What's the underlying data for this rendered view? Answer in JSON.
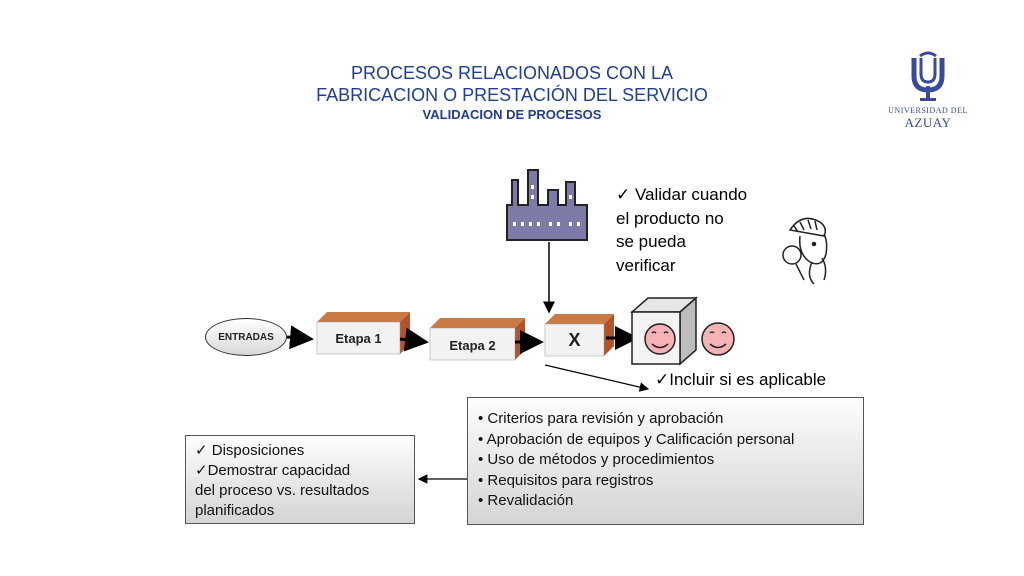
{
  "header": {
    "title_line1": "PROCESOS RELACIONADOS CON LA",
    "title_line2": "FABRICACION O PRESTACIÓN DEL SERVICIO",
    "subtitle": "VALIDACION DE PROCESOS"
  },
  "logo": {
    "line1": "UNIVERSIDAD DEL",
    "line2": "AZUAY",
    "color": "#3a4a9a"
  },
  "notes": {
    "validate": [
      "✓ Validar cuando",
      "el producto no",
      "se pueda",
      "verificar"
    ],
    "incluir": "✓Incluir si es aplicable"
  },
  "flow": {
    "input": "ENTRADAS",
    "stages": [
      "Etapa 1",
      "Etapa 2",
      "X"
    ]
  },
  "box_left": {
    "lines": [
      "✓ Disposiciones",
      "✓Demostrar capacidad",
      "del proceso vs. resultados",
      "planificados"
    ]
  },
  "box_right": {
    "items": [
      "• Criterios para revisión y aprobación",
      "• Aprobación de equipos y Calificación personal",
      "• Uso de métodos y procedimientos",
      "• Requisitos para registros",
      "• Revalidación"
    ]
  },
  "colors": {
    "title": "#1f3d99",
    "factory": "#7e7aa8",
    "stage_top": "#c97a45",
    "stage_side": "#b3532a",
    "face": "#f6b3b5"
  },
  "icons": [
    "factory-icon",
    "detective-icon",
    "product-cube-icon",
    "smiley-face-icon",
    "university-logo"
  ]
}
